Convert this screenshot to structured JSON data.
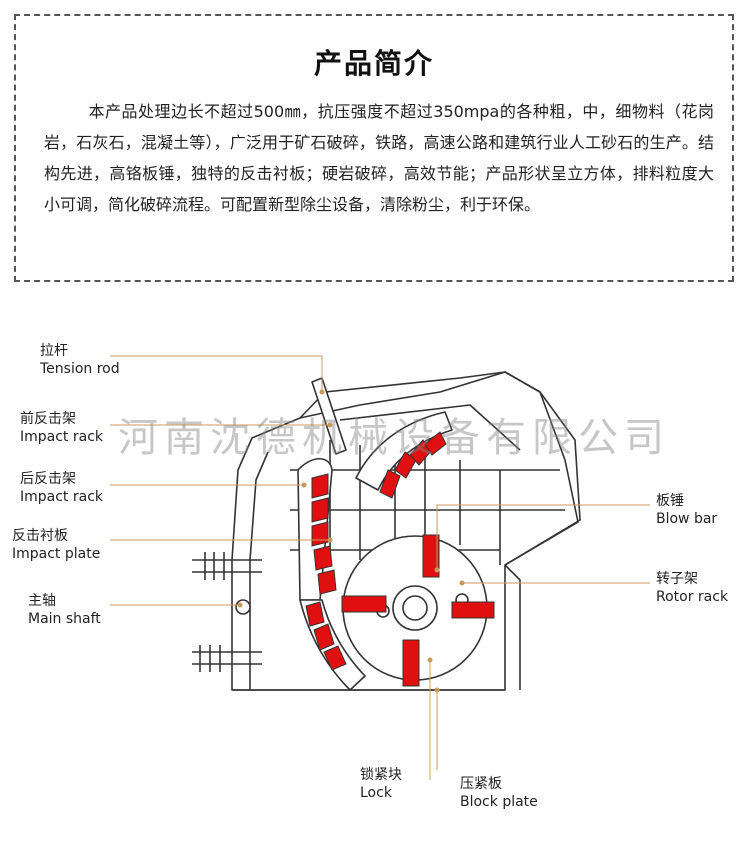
{
  "intro": {
    "title": "产品简介",
    "paragraph": "本产品处理边长不超过500㎜，抗压强度不超过350mpa的各种粗，中，细物料（花岗岩，石灰石，混凝土等），广泛用于矿石破碎，铁路，高速公路和建筑行业人工砂石的生产。结构先进，高铬板锤，独特的反击衬板；硬岩破碎，高效节能；产品形状呈立方体，排料粒度大小可调，简化破碎流程。可配置新型除尘设备，清除粉尘，利于环保。"
  },
  "labels": {
    "tension_rod": {
      "cn": "拉杆",
      "en": "Tension rod"
    },
    "front_impact_rack": {
      "cn": "前反击架",
      "en": "Impact rack"
    },
    "rear_impact_rack": {
      "cn": "后反击架",
      "en": "Impact rack"
    },
    "impact_plate": {
      "cn": "反击衬板",
      "en": "Impact plate"
    },
    "main_shaft": {
      "cn": "主轴",
      "en": "Main shaft"
    },
    "blow_bar": {
      "cn": "板锤",
      "en": "Blow bar"
    },
    "rotor_rack": {
      "cn": "转子架",
      "en": "Rotor rack"
    },
    "lock": {
      "cn": "锁紧块",
      "en": "Lock"
    },
    "block_plate": {
      "cn": "压紧板",
      "en": "Block plate"
    }
  },
  "watermark": "河南沈德机械设备有限公司",
  "colors": {
    "leader": "#c89a5a",
    "red_part": "#e01010",
    "outline": "#333333"
  }
}
